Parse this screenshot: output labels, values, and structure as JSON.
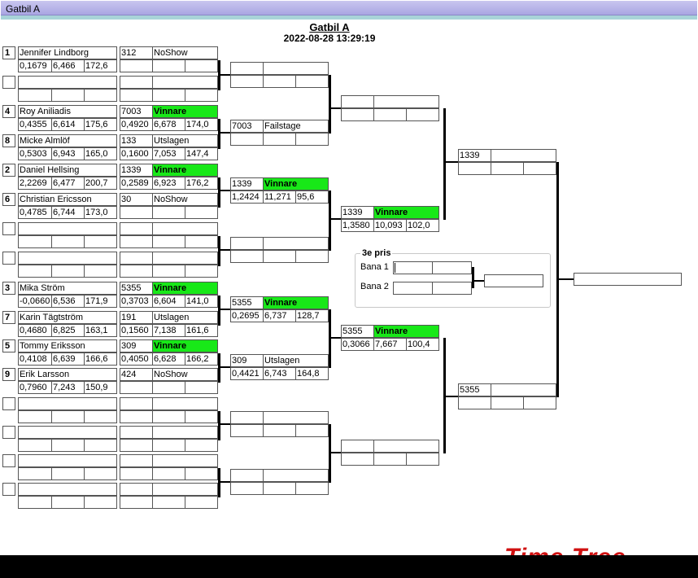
{
  "window": {
    "title": "Gatbil A"
  },
  "header": {
    "title": "Gatbil A",
    "datetime": "2022-08-28 13:29:19"
  },
  "round1": {
    "r01": {
      "seed": "1",
      "name": "Jennifer Lindborg",
      "rt": "0,1679",
      "et": "6,466",
      "spd": "172,6"
    },
    "r03": {
      "seed": "4",
      "name": "Roy Aniliadis",
      "rt": "0,4355",
      "et": "6,614",
      "spd": "175,6"
    },
    "r04": {
      "seed": "8",
      "name": "Micke Almlöf",
      "rt": "0,5303",
      "et": "6,943",
      "spd": "165,0"
    },
    "r05": {
      "seed": "2",
      "name": "Daniel Hellsing",
      "rt": "2,2269",
      "et": "6,477",
      "spd": "200,7"
    },
    "r06": {
      "seed": "6",
      "name": "Christian  Ericsson",
      "rt": "0,4785",
      "et": "6,744",
      "spd": "173,0"
    },
    "r09": {
      "seed": "3",
      "name": "Mika Ström",
      "rt": "-0,0660",
      "et": "6,536",
      "spd": "171,9"
    },
    "r10": {
      "seed": "7",
      "name": "Karin Tägtström",
      "rt": "0,4680",
      "et": "6,825",
      "spd": "163,1"
    },
    "r11": {
      "seed": "5",
      "name": "Tommy Eriksson",
      "rt": "0,4108",
      "et": "6,639",
      "spd": "166,6"
    },
    "r12": {
      "seed": "9",
      "name": "Erik Larsson",
      "rt": "0,7960",
      "et": "7,243",
      "spd": "150,9"
    }
  },
  "round2": {
    "r01": {
      "num": "312",
      "status": "NoShow"
    },
    "r03": {
      "num": "7003",
      "status": "Vinnare",
      "rt": "0,4920",
      "et": "6,678",
      "spd": "174,0"
    },
    "r04": {
      "num": "133",
      "status": "Utslagen",
      "rt": "0,1600",
      "et": "7,053",
      "spd": "147,4"
    },
    "r05": {
      "num": "1339",
      "status": "Vinnare",
      "rt": "0,2589",
      "et": "6,923",
      "spd": "176,2"
    },
    "r06": {
      "num": "30",
      "status": "NoShow"
    },
    "r09": {
      "num": "5355",
      "status": "Vinnare",
      "rt": "0,3703",
      "et": "6,604",
      "spd": "141,0"
    },
    "r10": {
      "num": "191",
      "status": "Utslagen",
      "rt": "0,1560",
      "et": "7,138",
      "spd": "161,6"
    },
    "r11": {
      "num": "309",
      "status": "Vinnare",
      "rt": "0,4050",
      "et": "6,628",
      "spd": "166,2"
    },
    "r12": {
      "num": "424",
      "status": "NoShow"
    }
  },
  "round3": {
    "m2": {
      "num": "7003",
      "status": "Failstage"
    },
    "m3": {
      "num": "1339",
      "status": "Vinnare",
      "rt": "1,2424",
      "et": "11,271",
      "spd": "95,6"
    },
    "m5": {
      "num": "5355",
      "status": "Vinnare",
      "rt": "0,2695",
      "et": "6,737",
      "spd": "128,7"
    },
    "m6": {
      "num": "309",
      "status": "Utslagen",
      "rt": "0,4421",
      "et": "6,743",
      "spd": "164,8"
    }
  },
  "round4": {
    "m2": {
      "num": "1339",
      "status": "Vinnare",
      "rt": "1,3580",
      "et": "10,093",
      "spd": "102,0"
    },
    "m3": {
      "num": "5355",
      "status": "Vinnare",
      "rt": "0,3066",
      "et": "7,667",
      "spd": "100,4"
    }
  },
  "round5": {
    "top": "1339",
    "bottom": "5355"
  },
  "third_place": {
    "title": "3e pris",
    "lane1": "Bana 1",
    "lane2": "Bana 2"
  },
  "brand": {
    "logo_text": "Time Tree"
  }
}
